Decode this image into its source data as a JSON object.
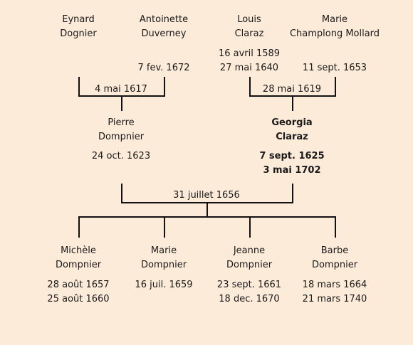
{
  "grandparents": [
    {
      "first": "Eynard",
      "last": "Dognier",
      "dates": []
    },
    {
      "first": "Antoinette",
      "last": "Duverney",
      "dates": [
        "7 fev. 1672"
      ]
    },
    {
      "first": "Louis",
      "last": "Claraz",
      "dates": [
        "16 avril 1589",
        "27 mai 1640"
      ]
    },
    {
      "first": "Marie",
      "last": "Champlong Mollard",
      "dates": [
        "11 sept. 1653"
      ]
    }
  ],
  "marriages": {
    "left": "4 mai 1617",
    "right": "28 mai 1619",
    "parents": "31 juillet 1656"
  },
  "parents": [
    {
      "first": "Pierre",
      "last": "Dompnier",
      "dates": [
        "24 oct. 1623"
      ]
    },
    {
      "first": "Georgia",
      "last": "Claraz",
      "dates": [
        "7 sept. 1625",
        "3 mai 1702"
      ]
    }
  ],
  "children": [
    {
      "first": "Michèle",
      "last": "Dompnier",
      "dates": [
        "28 août 1657",
        "25 août 1660"
      ]
    },
    {
      "first": "Marie",
      "last": "Dompnier",
      "dates": [
        "16 juil. 1659"
      ]
    },
    {
      "first": "Jeanne",
      "last": "Dompnier",
      "dates": [
        "23 sept. 1661",
        "18 dec. 1670"
      ]
    },
    {
      "first": "Barbe",
      "last": "Dompnier",
      "dates": [
        "18 mars 1664",
        "21 mars 1740"
      ]
    }
  ]
}
